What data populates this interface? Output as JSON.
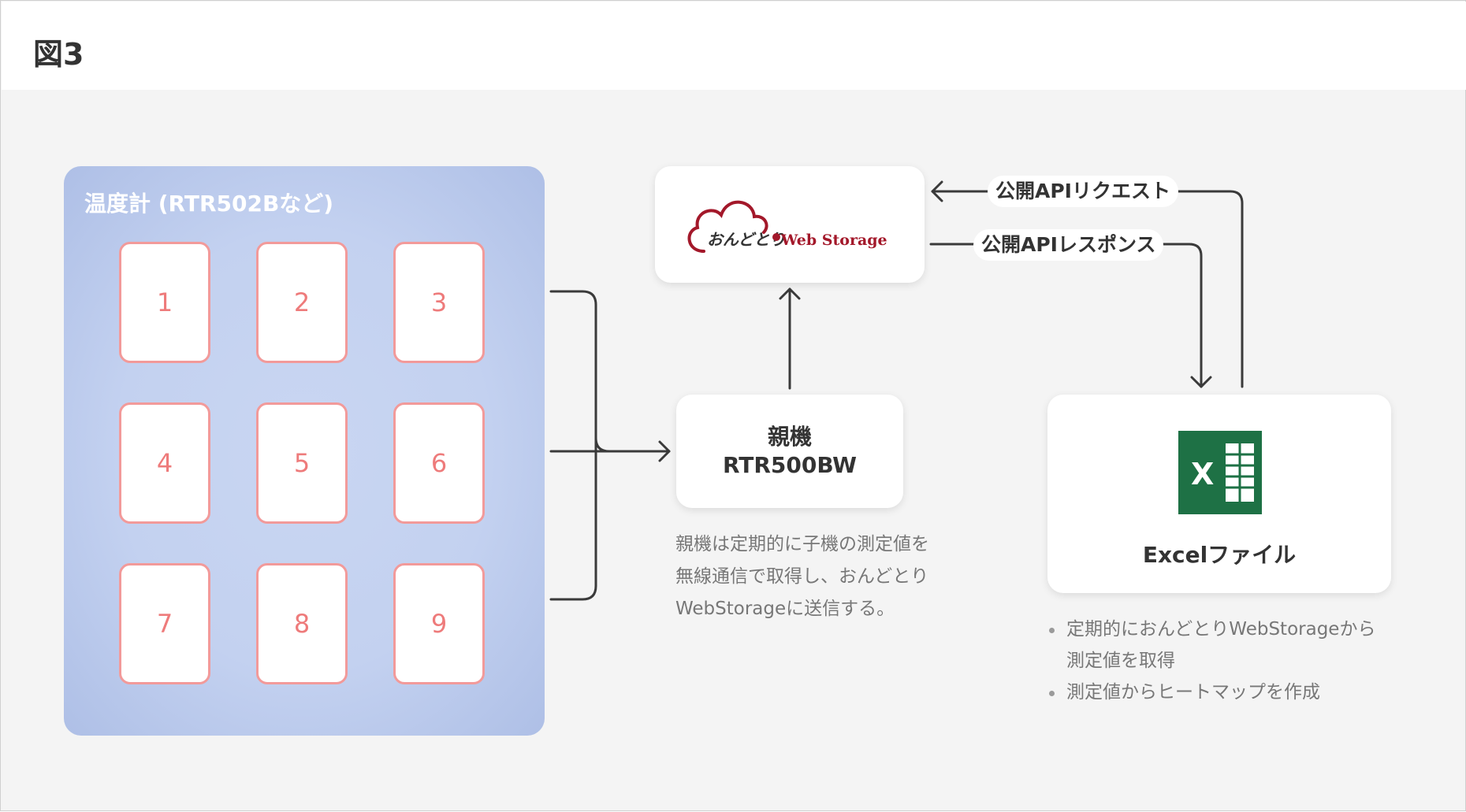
{
  "figure": {
    "title": "図3"
  },
  "sensors": {
    "title": "温度計 (RTR502Bなど)",
    "items": [
      "1",
      "2",
      "3",
      "4",
      "5",
      "6",
      "7",
      "8",
      "9"
    ]
  },
  "cloud": {
    "logo_text_jp": "おんどとり",
    "logo_text_en": "Web Storage"
  },
  "base_unit": {
    "line1": "親機",
    "line2": "RTR500BW",
    "description": [
      "親機は定期的に子機の測定値を",
      "無線通信で取得し、おんどとり",
      "WebStorageに送信する。"
    ]
  },
  "excel": {
    "icon_letter": "X",
    "label": "Excelファイル",
    "bullets": [
      "定期的におんどとりWebStorageから",
      "測定値を取得",
      "測定値からヒートマップを作成"
    ]
  },
  "api": {
    "request": "公開APIリクエスト",
    "response": "公開APIレスポンス"
  },
  "colors": {
    "sensor_border": "#f29a9a",
    "sensor_text": "#ee7b7b",
    "group_fill": "#c3d1f0",
    "logo_red": "#a3182a",
    "excel_green": "#1e7145",
    "arrow": "#3a3a3a"
  }
}
